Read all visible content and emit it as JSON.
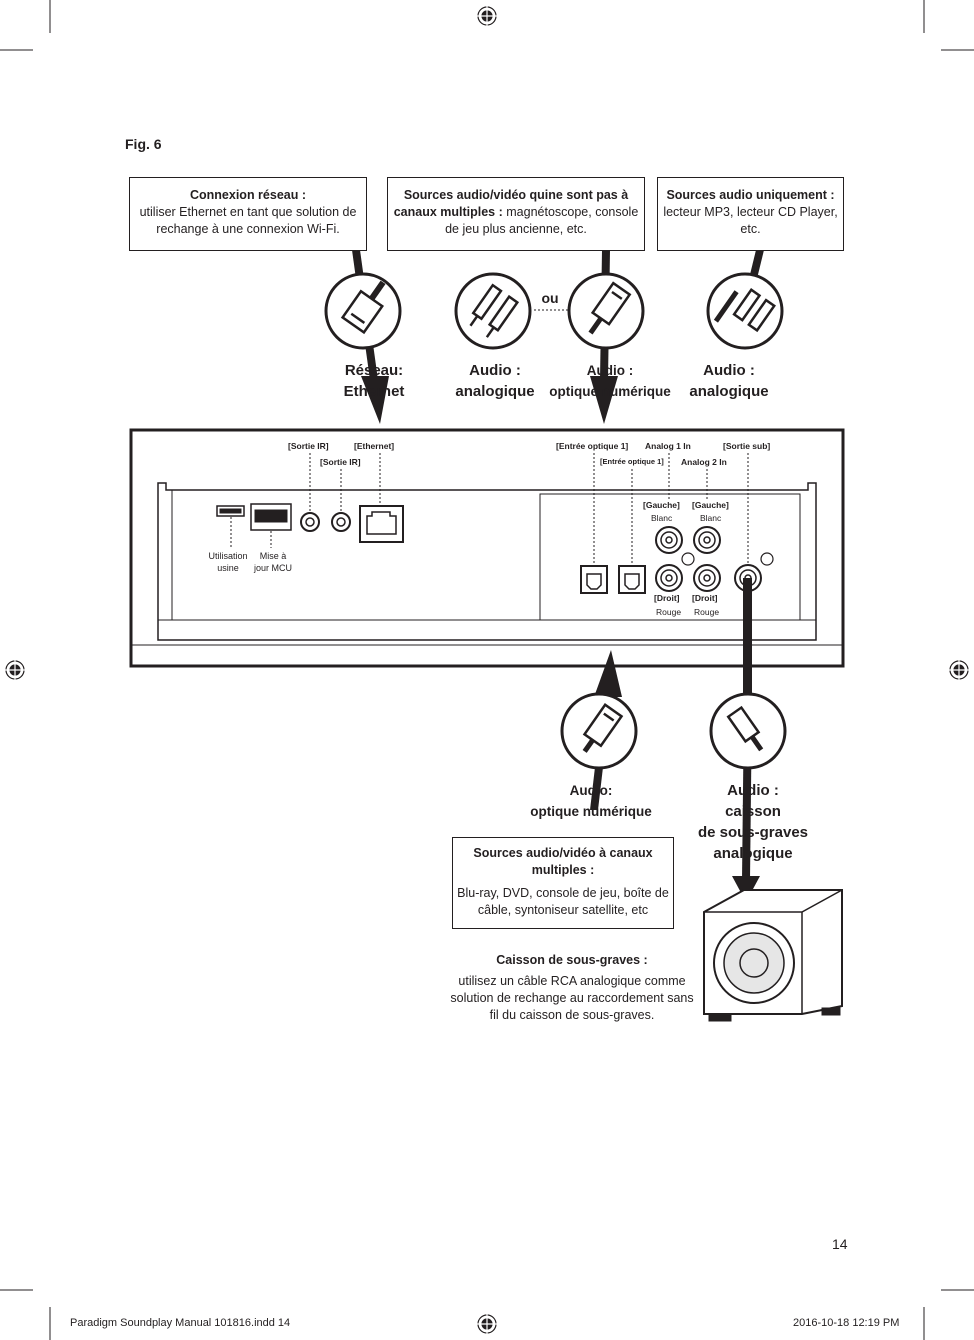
{
  "figure_label": "Fig. 6",
  "page_number": "14",
  "footer": {
    "left": "Paradigm Soundplay Manual 101816.indd   14",
    "right": "2016-10-18   12:19 PM"
  },
  "callouts": {
    "network": {
      "title": "Connexion réseau :",
      "text": "utiliser Ethernet en tant que solution de rechange à une connexion Wi-Fi."
    },
    "av_sources": {
      "title": "Sources audio/vidéo quine sont pas à canaux multiples :",
      "text": "magnétoscope, console de jeu plus ancienne, etc."
    },
    "audio_only": {
      "title": "Sources audio uniquement :",
      "text": "lecteur MP3, lecteur CD Player, etc."
    },
    "multichannel": {
      "title": "Sources audio/vidéo à canaux multiples :",
      "text": "Blu-ray, DVD, console de jeu, boîte de câble, syntoniseur satellite, etc"
    },
    "subwoofer": {
      "title": "Caisson de sous-graves :",
      "text": "utilisez un câble RCA analogique comme solution de rechange au raccordement sans fil du caisson de sous-graves."
    }
  },
  "connector_labels": {
    "ethernet": "Réseau:\nEthernet",
    "analog1": "Audio :\nanalogique",
    "optical1": "Audio :\noptique numérique",
    "analog2": "Audio :\nanalogique",
    "or": "ou",
    "optical2": "Audio:\noptique numérique",
    "sub": "Audio :\ncaisson\nde sous-graves\nanalogique"
  },
  "ports": {
    "ir_out_1": "[Sortie IR]",
    "ethernet": "[Ethernet]",
    "ir_out_2": "[Sortie IR]",
    "optical_in_1": "[Entrée optique 1]",
    "analog_1_in": "Analog 1 In",
    "sub_out": "[Sortie sub]",
    "optical_in_2": "[Entrée optique 1]",
    "analog_2_in": "Analog 2 In",
    "left_1": "[Gauche]",
    "white_1": "Blanc",
    "left_2": "[Gauche]",
    "white_2": "Blanc",
    "right_1": "[Droit]",
    "red_1": "Rouge",
    "right_2": "[Droit]",
    "red_2": "Rouge",
    "factory": "Utilisation\nusine",
    "mcu": "Mise à\njour MCU"
  }
}
